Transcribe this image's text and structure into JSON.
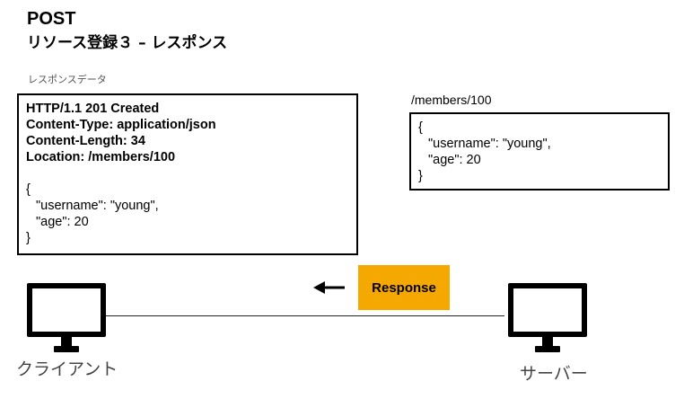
{
  "slide": {
    "title": "POST",
    "subtitle": "リソース登録３ – レスポンス"
  },
  "response_panel": {
    "caption": "レスポンスデータ",
    "status_line": "HTTP/1.1 201 Created",
    "headers": {
      "content_type": "Content-Type: application/json",
      "content_length": "Content-Length: 34",
      "location_key": "Location: ",
      "location_value": "/members/100"
    },
    "body": {
      "open_brace": "{",
      "username_line": "\"username\": \"young\",",
      "age_line": "\"age\": 20",
      "close_brace": "}"
    }
  },
  "resource_panel": {
    "path_label": "/members/100",
    "body": {
      "open_brace": "{",
      "username_line": "\"username\": \"young\",",
      "age_line": "\"age\": 20",
      "close_brace": "}"
    }
  },
  "flow": {
    "message_label": "Response",
    "direction_icon": "arrow-left-icon",
    "chip_color": "#f5a800"
  },
  "nodes": {
    "client_label": "クライアント",
    "server_label": "サーバー",
    "monitor_icon": "monitor-icon"
  }
}
